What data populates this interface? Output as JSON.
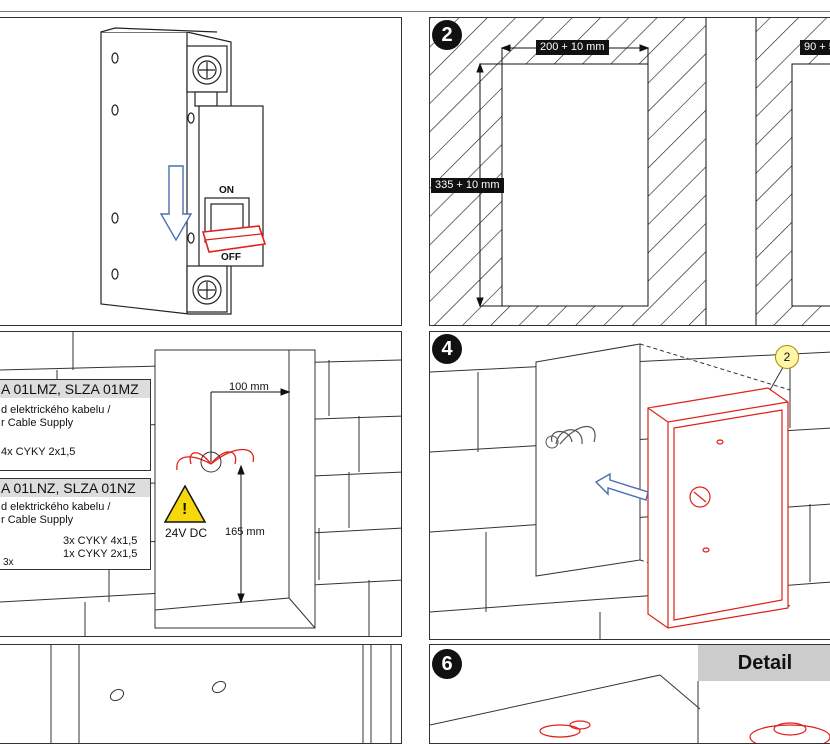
{
  "panel1": {
    "on_label": "ON",
    "off_label": "OFF"
  },
  "panel2": {
    "number": "2",
    "width_dim": "200 + 10 mm",
    "height_dim": "335 + 10 mm",
    "right_dim": "90 + 5"
  },
  "panel3": {
    "box1": {
      "title": "A 01LMZ, SLZA 01MZ",
      "line1": "d elektrického kabelu /",
      "line2": "r Cable Supply",
      "cable": "4x CYKY 2x1,5"
    },
    "box2": {
      "title": "A 01LNZ, SLZA 01NZ",
      "line1": "d elektrického kabelu /",
      "line2": "r Cable Supply",
      "cable1": "3x CYKY 4x1,5",
      "cable2": "1x CYKY 2x1,5",
      "count": "3x"
    },
    "dim_width": "100 mm",
    "dim_height": "165 mm",
    "voltage": "24V DC",
    "warning_glyph": "!"
  },
  "panel4": {
    "number": "4",
    "callout": "2"
  },
  "panel6": {
    "number": "6",
    "detail_label": "Detail"
  },
  "colors": {
    "accent_red": "#e0201a",
    "warning_yellow": "#f5d90a",
    "callout_yellow": "#fff6a8",
    "arrow_blue": "#4a6fb0"
  }
}
